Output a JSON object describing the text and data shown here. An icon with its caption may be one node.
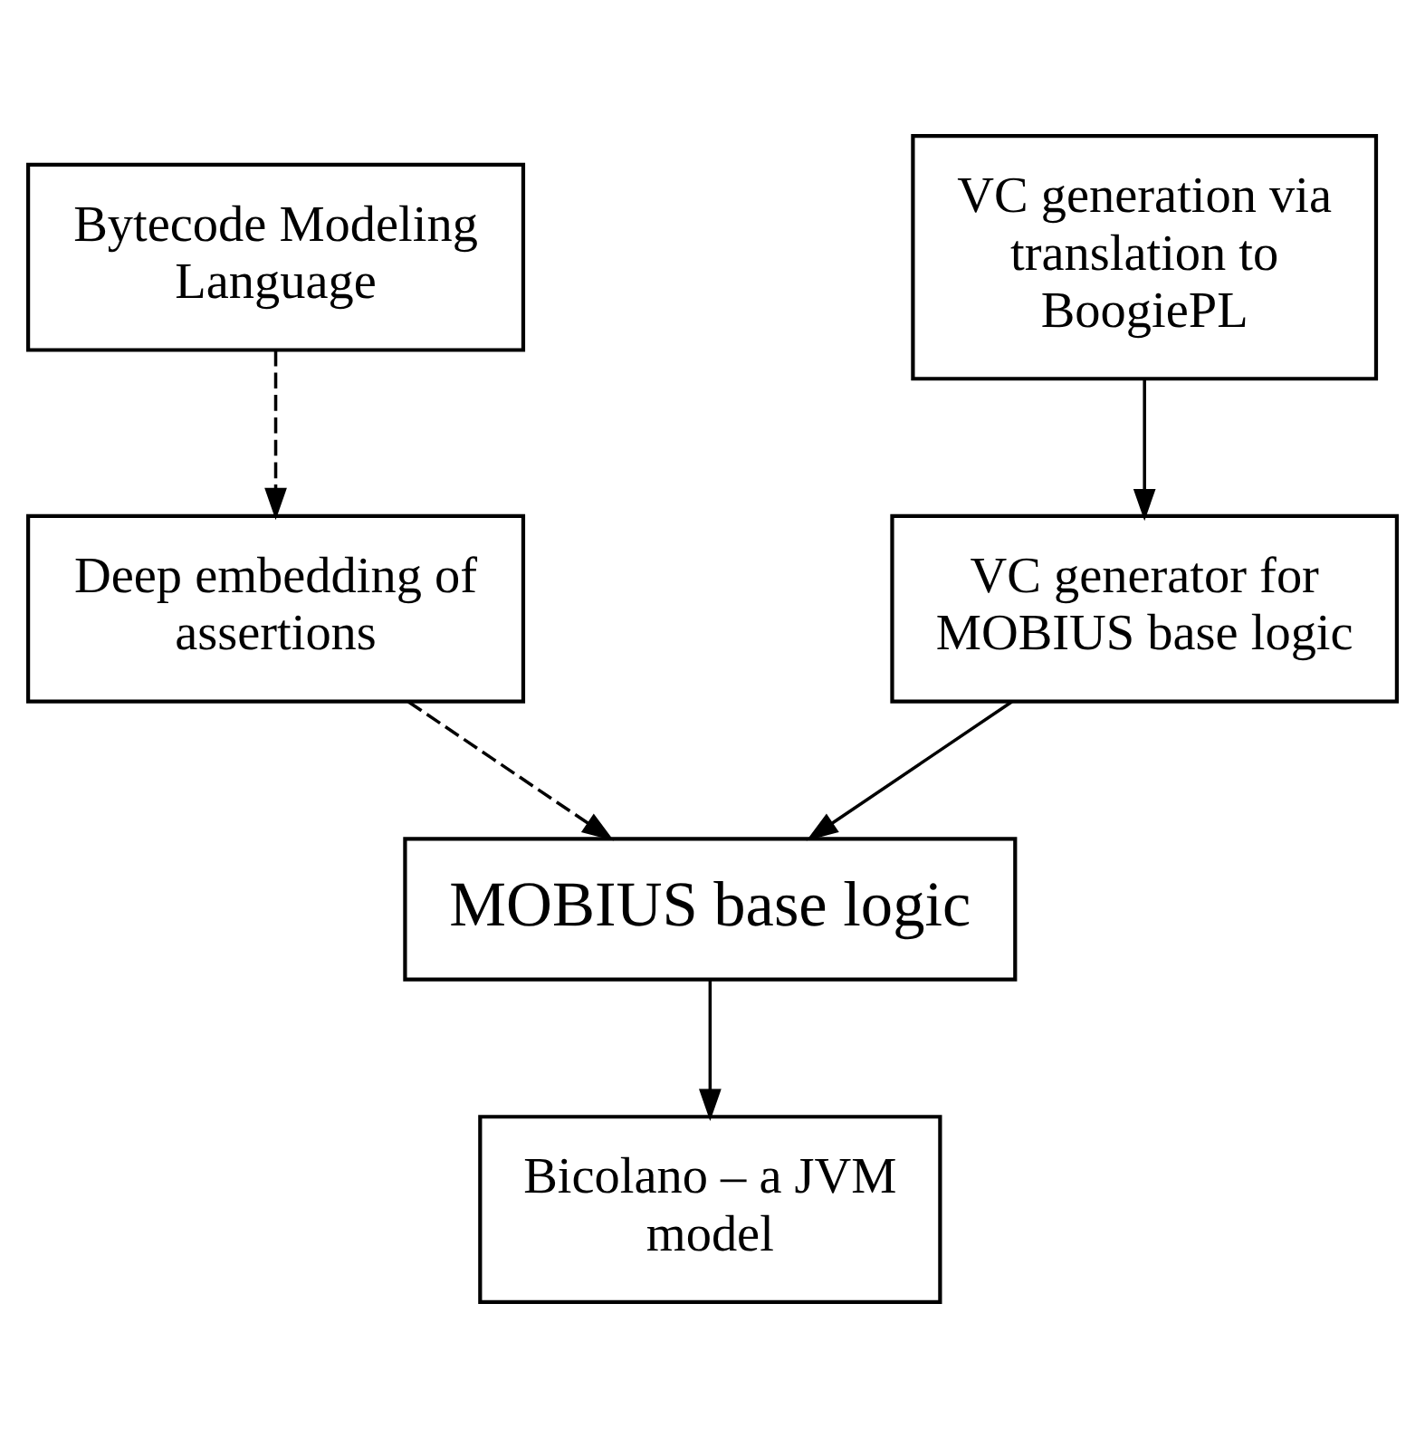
{
  "diagram": {
    "nodes": [
      {
        "text": [
          "Bytecode Modeling Language"
        ]
      },
      {
        "text": [
          "VC generation via translation to BoogiePL"
        ]
      },
      {
        "text": [
          "Deep embedding of assertions"
        ]
      },
      {
        "text": [
          "VC generator for MOBIUS base logic"
        ]
      },
      {
        "text": [
          "MOBIUS base logic"
        ]
      },
      {
        "text": [
          "Bicolano – a JVM model"
        ]
      }
    ],
    "edges": [
      {
        "from": 0,
        "to": 2,
        "arrow": "to",
        "style": "dashed"
      },
      {
        "from": 1,
        "to": 3,
        "arrow": "to"
      },
      {
        "from": 2,
        "to": 4,
        "arrow": "to",
        "style": "dashed"
      },
      {
        "from": 3,
        "to": 4,
        "arrow": "to"
      },
      {
        "from": 4,
        "to": 5,
        "arrow": "to"
      }
    ]
  }
}
